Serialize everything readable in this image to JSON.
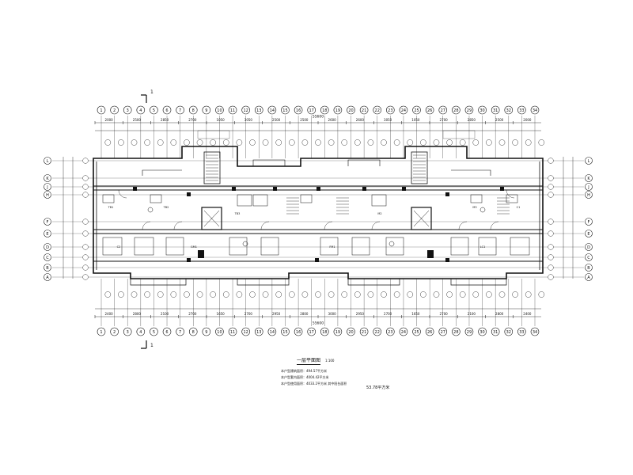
{
  "drawing": {
    "title": "一层平面图",
    "scale": "1:100",
    "section_label": "1",
    "overall_dimension": "55600",
    "notes": [
      "本户型建筑面积：494.57平方米",
      "本户型套内面积：4004.42平方米",
      "本户型使用面积：4033.2平方米 其中阳台面积",
      "53.78平方米"
    ]
  },
  "axes": {
    "top": [
      "1",
      "2",
      "3",
      "4",
      "5",
      "6",
      "7",
      "8",
      "9",
      "10",
      "11",
      "12",
      "13",
      "14",
      "15",
      "16",
      "17",
      "18",
      "19",
      "20",
      "21",
      "22",
      "23",
      "24",
      "25",
      "26",
      "27",
      "28",
      "29",
      "30",
      "31",
      "32",
      "33",
      "34"
    ],
    "rows_left": [
      "L",
      "K",
      "J",
      "H",
      "F",
      "E",
      "D",
      "C",
      "B",
      "A"
    ]
  },
  "dimensions": {
    "top_row": [
      "2000",
      "2500",
      "2850",
      "2700",
      "1050",
      "3050",
      "2500",
      "2500",
      "2600",
      "2600",
      "3050",
      "1050",
      "2700",
      "2850",
      "2500",
      "2000"
    ],
    "bottom_row": [
      "2400",
      "2800",
      "2100",
      "2700",
      "1650",
      "2700",
      "2950",
      "2800",
      "3000",
      "2950",
      "2700",
      "1650",
      "2700",
      "2100",
      "2800",
      "2400"
    ]
  },
  "labels": {
    "room_codes": [
      "TB1",
      "TB2",
      "TB3",
      "M2",
      "M3",
      "C1",
      "C2",
      "GM1",
      "FM1",
      "LC1"
    ]
  }
}
